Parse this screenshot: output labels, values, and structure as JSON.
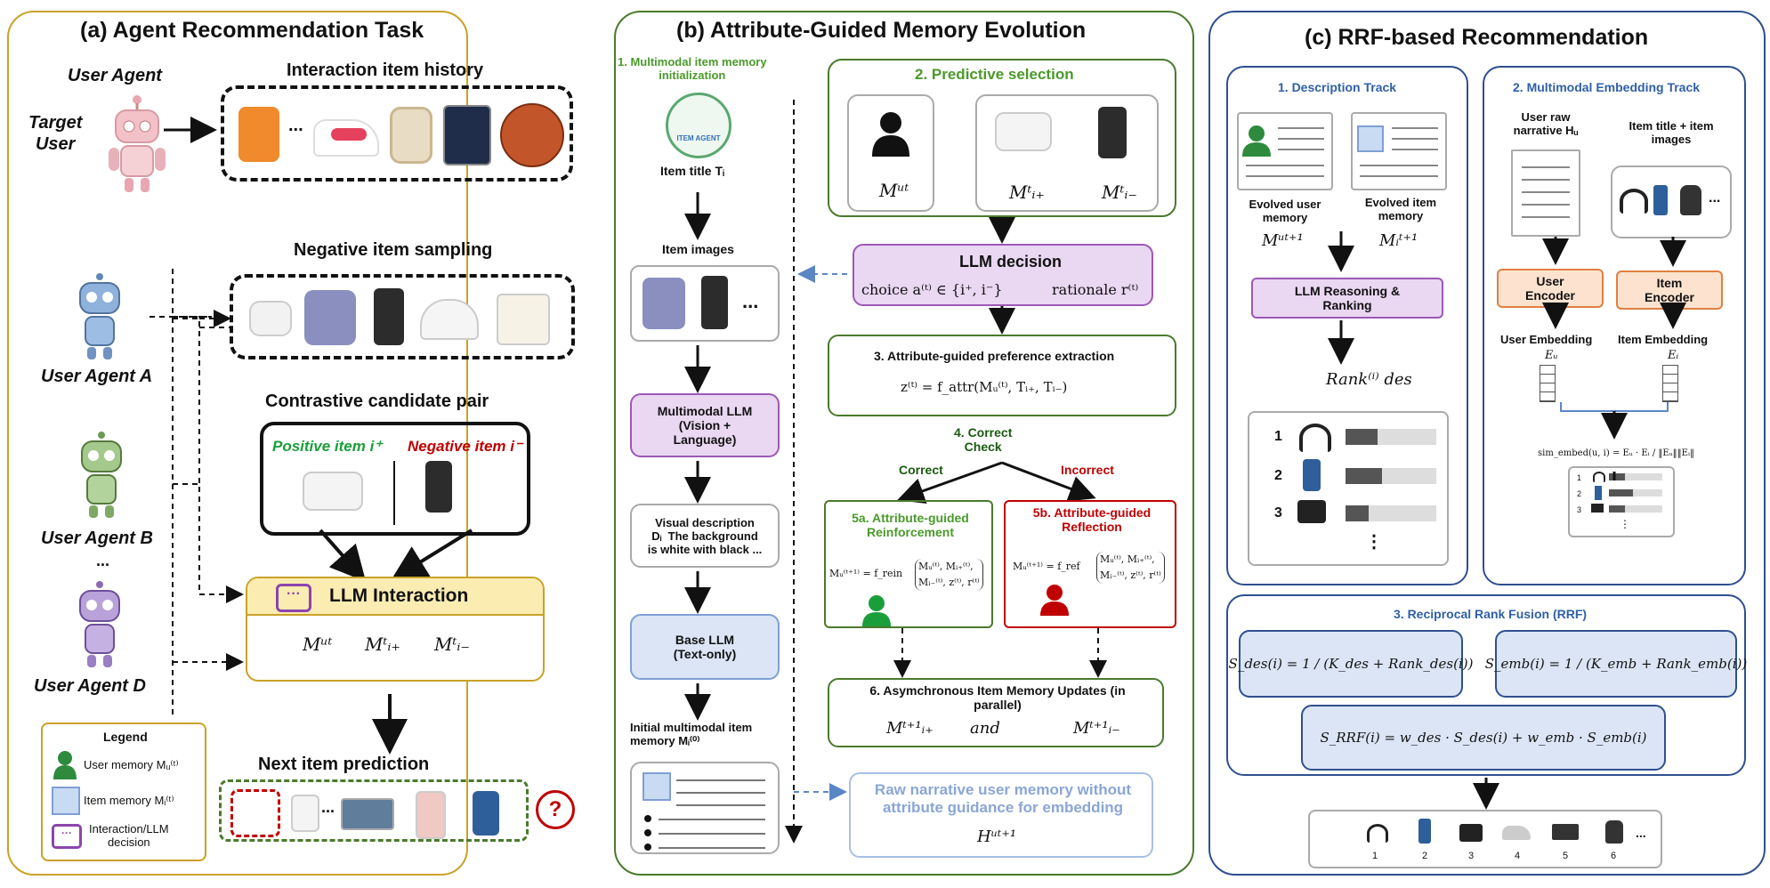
{
  "panel_a": {
    "title": "(a) Agent Recommendation Task",
    "user_agent": "User Agent",
    "target_user": "Target\nUser",
    "interaction_history": "Interaction item history",
    "history_ellipsis": "...",
    "negative_sampling": "Negative item sampling",
    "agent_a": "User Agent A",
    "agent_b": "User Agent B",
    "agent_dots": "...",
    "agent_d": "User Agent D",
    "contrastive_pair": "Contrastive candidate pair",
    "positive_item": "Positive item i⁺",
    "negative_item": "Negative item i⁻",
    "llm_interaction": "LLM Interaction",
    "m_u": "Mᵘᵗ",
    "m_ip": "Mᵗᵢ₊",
    "m_in": "Mᵗᵢ₋",
    "next_item": "Next item prediction",
    "next_ellipsis": "...",
    "question": "?",
    "legend": {
      "title": "Legend",
      "user_memory": "User memory Mᵤ⁽ᵗ⁾",
      "item_memory": "Item memory Mᵢ⁽ᵗ⁾",
      "interaction": "Interaction/LLM\ndecision"
    }
  },
  "panel_b": {
    "title": "(b) Attribute-Guided Memory Evolution",
    "step1": "1. Multimodal item memory\ninitialization",
    "item_agent": "ITEM AGENT",
    "item_title": "Item title  Tᵢ",
    "item_images": "Item images",
    "images_ellipsis": "...",
    "mllm": "Multimodal LLM\n(Vision +\nLanguage)",
    "visual_desc": "Visual description\nDᵢ  The background\nis white with black ...",
    "base_llm": "Base LLM\n(Text-only)",
    "initial_memory": "Initial multimodal item\nmemory Mᵢ⁽⁰⁾",
    "step2": "2. Predictive selection",
    "sel_mu": "Mᵘᵗ",
    "sel_mip": "Mᵗᵢ₊",
    "sel_min": "Mᵗᵢ₋",
    "llm_decision": "LLM decision",
    "choice": "choice  a⁽ᵗ⁾ ∈ {i⁺, i⁻}",
    "rationale": "rationale r⁽ᵗ⁾",
    "step3": "3. Attribute-guided preference extraction",
    "step3_formula": "z⁽ᵗ⁾ = f_attr(Mᵤ⁽ᵗ⁾, Tᵢ₊, Tᵢ₋)",
    "step4": "4. Correct\nCheck",
    "correct": "Correct",
    "incorrect": "Incorrect",
    "step5a": "5a. Attribute-guided\nReinforcement",
    "step5a_formula_l": "Mᵤ⁽ᵗ⁺¹⁾ = f_rein",
    "step5a_formula_r": "Mᵤ⁽ᵗ⁾, Mᵢ₊⁽ᵗ⁾,\nMᵢ₋⁽ᵗ⁾, z⁽ᵗ⁾, r⁽ᵗ⁾",
    "step5b": "5b. Attribute-guided\nReflection",
    "step5b_formula_l": "Mᵤ⁽ᵗ⁺¹⁾ = f_ref",
    "step5b_formula_r": "Mᵤ⁽ᵗ⁾, Mᵢ₊⁽ᵗ⁾,\nMᵢ₋⁽ᵗ⁾, z⁽ᵗ⁾, r⁽ᵗ⁾",
    "step6": "6. Asymchronous Item Memory Updates (in\nparallel)",
    "step6_left": "Mᵗ⁺¹ᵢ₊",
    "step6_and": "and",
    "step6_right": "Mᵗ⁺¹ᵢ₋",
    "raw_narrative": "Raw narrative user memory without\nattribute guidance for embedding",
    "raw_formula": "Hᵘᵗ⁺¹"
  },
  "panel_c": {
    "title": "(c) RRF-based Recommendation",
    "track1": "1. Description Track",
    "evolved_user": "Evolved user\nmemory",
    "evolved_user_formula": "Mᵘᵗ⁺¹",
    "evolved_item": "Evolved item\nmemory",
    "evolved_item_formula": "Mᵢᵗ⁺¹",
    "llm_reasoning": "LLM Reasoning &\nRanking",
    "rank_des": "Rank⁽ⁱ⁾ des",
    "rank_nums": [
      "1",
      "2",
      "3"
    ],
    "rank_fill": [
      0.35,
      0.4,
      0.25
    ],
    "rank_dots": "⋮",
    "track2": "2. Multimodal Embedding Track",
    "user_raw": "User raw\nnarrative Hᵤ",
    "item_title_images": "Item title + item\nimages",
    "track2_ellipsis": "...",
    "user_encoder": "User\nEncoder",
    "item_encoder": "Item\nEncoder",
    "user_embedding": "User Embedding",
    "item_embedding": "Item Embedding",
    "e_u": "Eᵤ",
    "e_i": "Eᵢ",
    "sim_formula": "sim_embed(u, i) = Eᵤ · Eᵢ / ‖Eᵤ‖‖Eᵢ‖",
    "small_rank_nums": [
      "1",
      "2",
      "3"
    ],
    "small_rank_fill": [
      0.3,
      0.45,
      0.3
    ],
    "small_rank_dots": "⋮",
    "rrf_title": "3. Reciprocal Rank Fusion (RRF)",
    "s_des": "S_des(i) = 1 / (K_des + Rank_des(i))",
    "s_emb": "S_emb(i) = 1 / (K_emb + Rank_emb(i))",
    "s_rrf": "S_RRF(i) = w_des · S_des(i) + w_emb · S_emb(i)",
    "final_ranks": [
      "1",
      "2",
      "3",
      "4",
      "5",
      "6"
    ],
    "final_ellipsis": "..."
  },
  "colors": {
    "panel_a_border": "#c9a227",
    "panel_b_border": "#4a7a2c",
    "panel_c_border": "#2f4f8f",
    "green": "#1a9e3a",
    "red": "#c00000",
    "purple_fill": "#ead7f2",
    "purple_border": "#9b59b6",
    "blue_fill": "#dbe5f5",
    "blue_border": "#7f9fd4",
    "orange_fill": "#fde3cf",
    "orange_border": "#e08040",
    "yellow_fill": "#fbecb2",
    "light_blue_text": "#8aa6d6"
  }
}
